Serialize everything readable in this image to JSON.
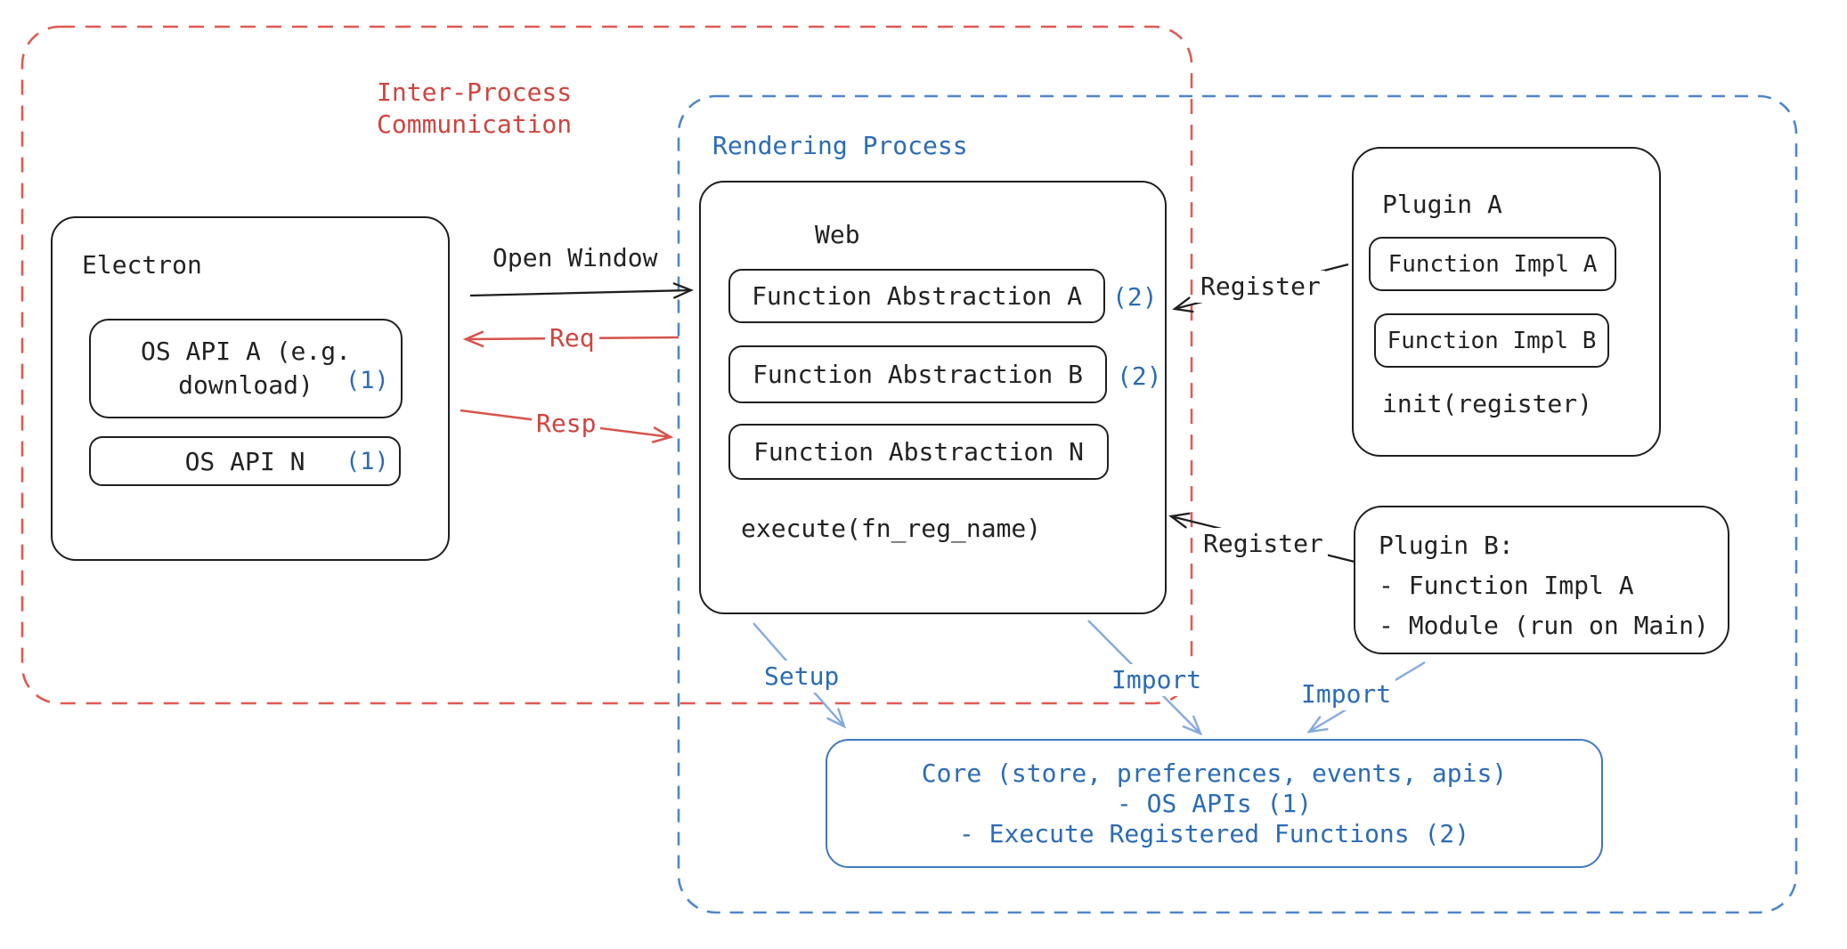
{
  "ipc": {
    "line1": "Inter-Process",
    "line2": "Communication"
  },
  "rendering": {
    "label": "Rendering Process"
  },
  "electron": {
    "title": "Electron",
    "api_a_line1": "OS API A (e.g.",
    "api_a_line2": "download)",
    "api_a_badge": "(1)",
    "api_n": "OS API N",
    "api_n_badge": "(1)"
  },
  "web": {
    "title": "Web",
    "fa_a": "Function Abstraction A",
    "badge_a": "(2)",
    "fa_b": "Function Abstraction B",
    "badge_b": "(2)",
    "fa_n": "Function Abstraction N",
    "execute": "execute(fn_reg_name)"
  },
  "plugin_a": {
    "title": "Plugin A",
    "impl_a": "Function Impl A",
    "impl_b": "Function Impl B",
    "init": "init(register)"
  },
  "plugin_b": {
    "line1": "Plugin B:",
    "line2": "- Function Impl A",
    "line3": "- Module (run on Main)"
  },
  "core": {
    "line1": "Core (store, preferences, events, apis)",
    "line2": "- OS APIs (1)",
    "line3": "- Execute Registered Functions (2)"
  },
  "labels": {
    "open_window": "Open Window",
    "req": "Req",
    "resp": "Resp",
    "register_a": "Register",
    "register_b": "Register",
    "setup": "Setup",
    "import_web": "Import",
    "import_plugin": "Import"
  },
  "colors": {
    "red": "#cf443e",
    "red_dash": "#e05a52",
    "blue": "#2b6cb5",
    "blue_dash": "#4f86ca",
    "blue_arrow": "#85aadd",
    "black": "#1f1f1f"
  }
}
